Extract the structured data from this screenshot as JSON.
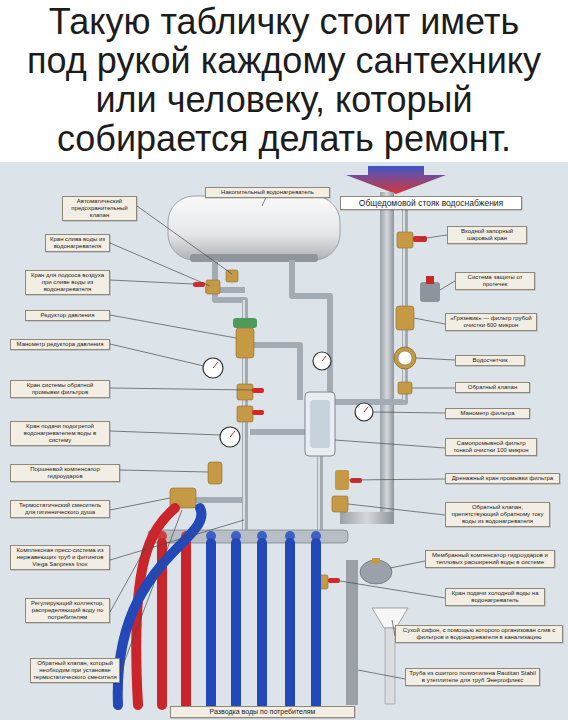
{
  "diagram": {
    "title": "Такую табличку стоит иметь под рукой каждому сантехнику или человеку, который собирается делать ремонт.",
    "nodes": [
      {
        "text": [
          "Накопительный водонагреватель"
        ]
      },
      {
        "text": [
          "Общедомовой стояк водоснабжения"
        ]
      },
      {
        "text": [
          "Автоматический предохранительный клапан"
        ]
      },
      {
        "text": [
          "Кран слива воды из водонагревателя"
        ]
      },
      {
        "text": [
          "Кран для подсоса воздуха при сливе воды из водонагревателя"
        ]
      },
      {
        "text": [
          "Редуктор давления"
        ]
      },
      {
        "text": [
          "Манометр редуктора давления"
        ]
      },
      {
        "text": [
          "Кран системы обратной промывки фильтров"
        ]
      },
      {
        "text": [
          "Кран подачи подогретой водонагревателем воды в систему"
        ]
      },
      {
        "text": [
          "Поршневой компенсатор гидроударов"
        ]
      },
      {
        "text": [
          "Термостатический смеситель для гигиенического душа"
        ]
      },
      {
        "text": [
          "Комплексная пресс-система из нержавеющих труб и фитингов Viega Sanpress Inox"
        ]
      },
      {
        "text": [
          "Регулирующий коллектор, распределяющий воду по потребителям"
        ]
      },
      {
        "text": [
          "Обратный клапан, который необходим при установке термостатического смесителя"
        ]
      },
      {
        "text": [
          "Разводка воды по потребителям"
        ]
      },
      {
        "text": [
          "Входной запорный шаровый кран"
        ]
      },
      {
        "text": [
          "Система защиты от протечек"
        ]
      },
      {
        "text": [
          "«Грязевик» — фильтр грубой очистки 600 микрон"
        ]
      },
      {
        "text": [
          "Водосчетчик"
        ]
      },
      {
        "text": [
          "Обратный клапан"
        ]
      },
      {
        "text": [
          "Манометр фильтра"
        ]
      },
      {
        "text": [
          "Самопромывной фильтр тонкой очистки 100 микрон"
        ]
      },
      {
        "text": [
          "Дренажный кран промывки фильтра"
        ]
      },
      {
        "text": [
          "Обратный клапан, препятствующий обратному току воды из водонагревателя"
        ]
      },
      {
        "text": [
          "Мембранный компенсатор гидроударов и тепловых расширений воды в системе"
        ]
      },
      {
        "text": [
          "Кран подачи холодной воды на водонагреватель"
        ]
      },
      {
        "text": [
          "Сухой сифон, с помощью которого организован слив с фильтров и водонагревателя в канализацию"
        ]
      },
      {
        "text": [
          "Труба из сшитого полиэтилена Rautitan Stabil в утеплителе для труб Энергофлекс"
        ]
      }
    ]
  }
}
